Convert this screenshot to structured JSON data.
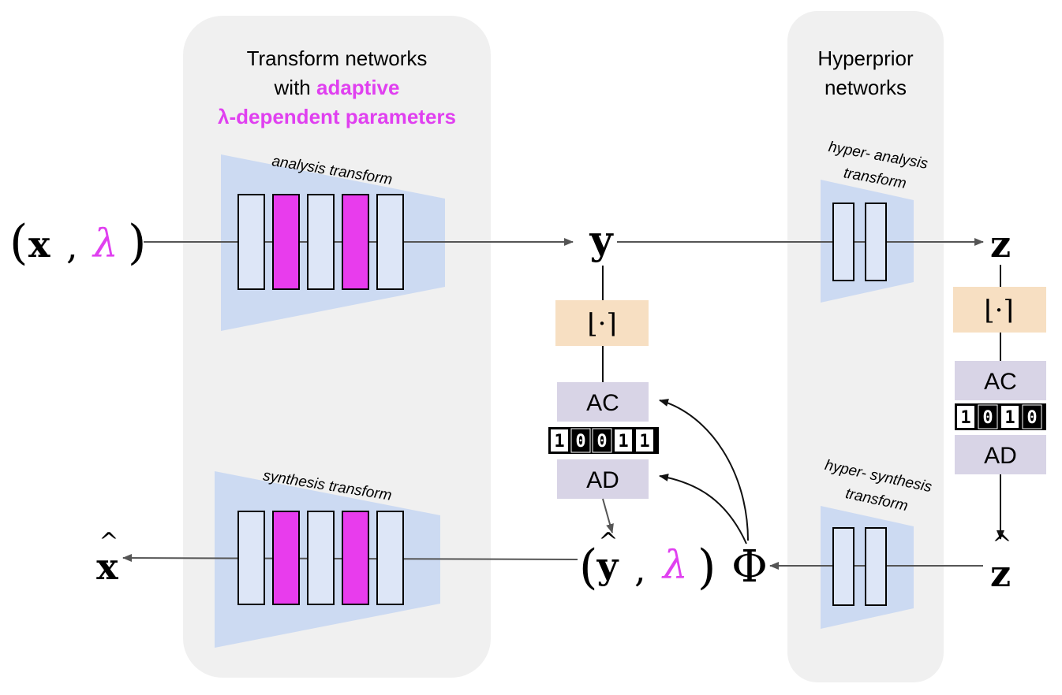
{
  "panels": {
    "transform": {
      "title_line1": "Transform networks",
      "title_line2_prefix": "with ",
      "title_line2_highlight": "adaptive",
      "title_line3_highlight": "λ-dependent parameters"
    },
    "hyperprior": {
      "title_line1": "Hyperprior",
      "title_line2": "networks"
    }
  },
  "transforms": {
    "analysis": "analysis transform",
    "synthesis": "synthesis transform",
    "hyper_analysis_line1": "hyper- analysis",
    "hyper_analysis_line2": "transform",
    "hyper_synthesis_line1": "hyper- synthesis",
    "hyper_synthesis_line2": "transform"
  },
  "symbols": {
    "x": "x",
    "lambda": "λ",
    "comma": ",",
    "open_paren": "(",
    "close_paren": ")",
    "y": "y",
    "z": "z",
    "z_hat": "z",
    "y_hat": "y",
    "x_hat": "x",
    "hat": "^",
    "phi": "Φ",
    "quantizer": "⌊·⌉"
  },
  "coders": {
    "ac": "AC",
    "ad": "AD"
  },
  "bitstreams": {
    "left": [
      "1",
      "0",
      "0",
      "1",
      "1"
    ],
    "right": [
      "1",
      "0",
      "1",
      "0"
    ]
  },
  "colors": {
    "panel_bg": "#f0f0f0",
    "trapezoid": "#ccdaf2",
    "layer_fill": "#dde6f7",
    "adaptive_layer": "#e83ced",
    "quantizer_bg": "#f7dfc2",
    "coder_bg": "#d8d4e6",
    "highlight_text": "#e040f0"
  }
}
